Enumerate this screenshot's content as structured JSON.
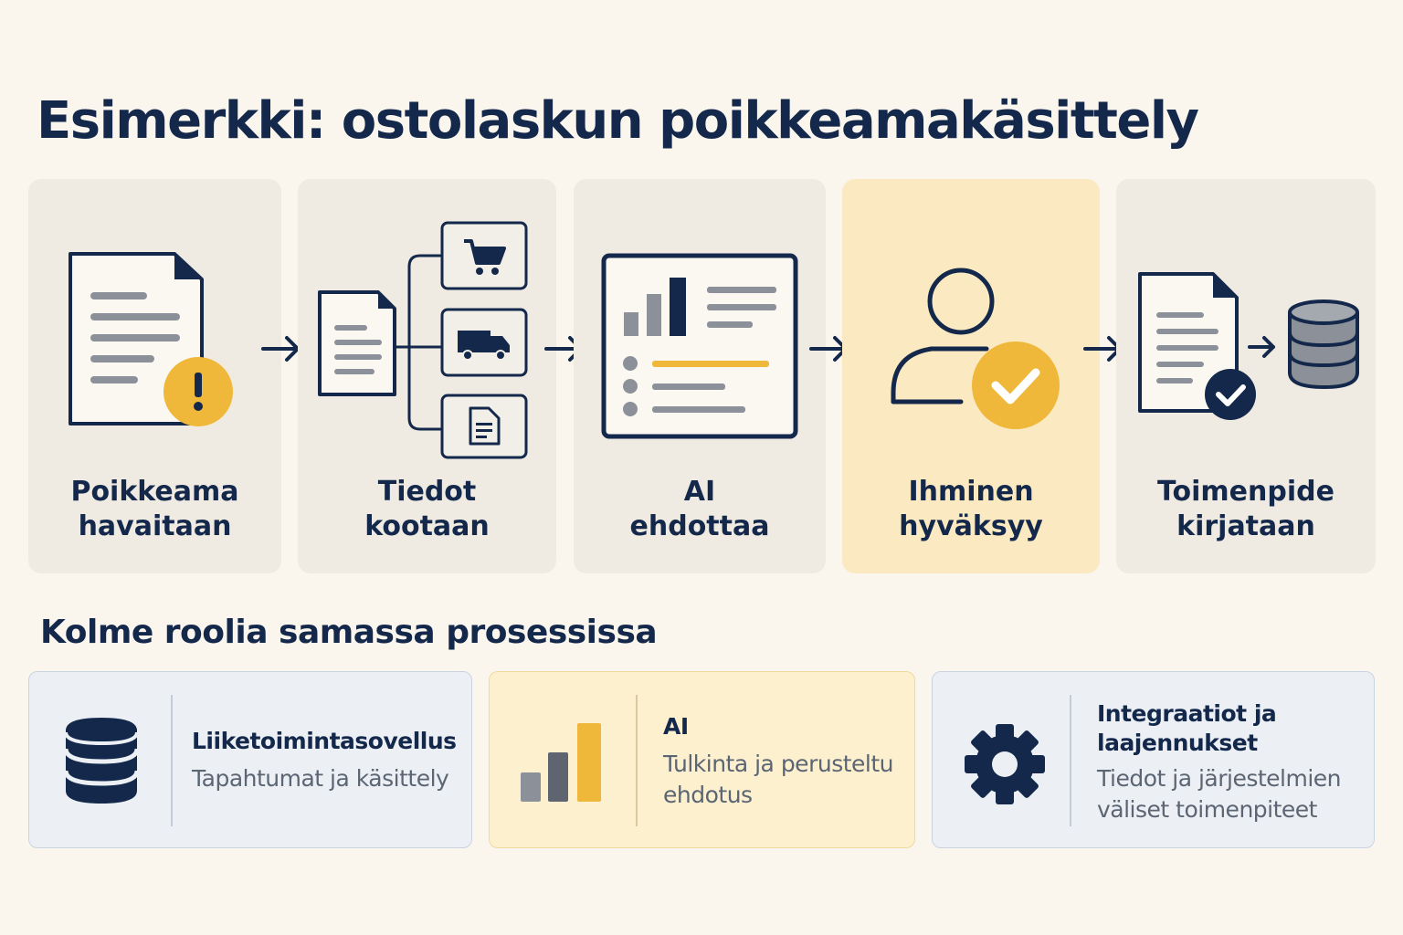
{
  "title": "Esimerkki: ostolaskun poikkeamakäsittely",
  "steps": [
    {
      "line1": "Poikkeama",
      "line2": "havaitaan",
      "icon": "document-warning-icon"
    },
    {
      "line1": "Tiedot",
      "line2": "kootaan",
      "icon": "data-collect-icon"
    },
    {
      "line1": "AI",
      "line2": "ehdottaa",
      "icon": "dashboard-icon"
    },
    {
      "line1": "Ihminen",
      "line2": "hyväksyy",
      "icon": "user-check-icon"
    },
    {
      "line1": "Toimenpide",
      "line2": "kirjataan",
      "icon": "document-database-icon"
    }
  ],
  "subtitle": "Kolme roolia samassa prosessissa",
  "roles": [
    {
      "title": "Liiketoimintasovellus",
      "desc_line1": "Tapahtumat ja käsittely",
      "desc_line2": "",
      "icon": "database-icon"
    },
    {
      "title": "AI",
      "desc_line1": "Tulkinta ja perusteltu",
      "desc_line2": "ehdotus",
      "icon": "bar-chart-icon"
    },
    {
      "title_line1": "Integraatiot ja",
      "title_line2": "laajennukset",
      "desc_line1": "Tiedot ja järjestelmien",
      "desc_line2": "väliset toimenpiteet",
      "icon": "gear-icon"
    }
  ],
  "colors": {
    "navy": "#13284a",
    "accent": "#f0b83a",
    "gray": "#8c9199",
    "background": "#faf6ee",
    "highlight": "#fbeac1"
  }
}
